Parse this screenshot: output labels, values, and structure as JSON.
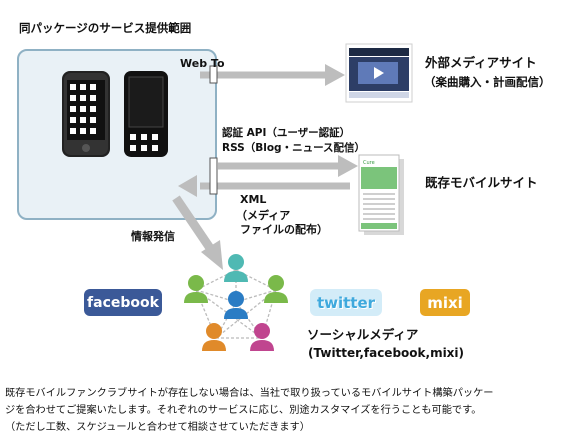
{
  "title": "同パッケージのサービス提供範囲",
  "arrows": {
    "web_to": "Web To",
    "auth_line1": "認証 API（ユーザー認証）",
    "auth_line2": "RSS（Blog・ニュース配信）",
    "xml_line1": "XML",
    "xml_line2": "（メディア",
    "xml_line3": "ファイルの配布）",
    "info": "情報発信"
  },
  "targets": {
    "external_media_title": "外部メディアサイト",
    "external_media_sub": "（楽曲購入・計画配信）",
    "mobile_site": "既存モバイルサイト"
  },
  "social": {
    "facebook": "facebook",
    "twitter": "twitter",
    "mixi": "mixi",
    "title": "ソーシャルメディア",
    "sub": "(Twitter,facebook,mixi)"
  },
  "notes": [
    "既存モバイルファンクラブサイトが存在しない場合は、当社で取り扱っているモバイルサイト構築パッケー",
    "ジを合わせてご提案いたします。それぞれのサービスに応じ、別途カスタマイズを行うことも可能です。",
    "（ただし工数、スケジュールと合わせて相談させていただきます）"
  ],
  "colors": {
    "arrow": "#bdbdbd",
    "package_bg": "#e9f1f6",
    "package_border": "#8fb1c4",
    "facebook": "#3b5998",
    "twitter_text": "#3fa9dd",
    "mixi": "#e8a623"
  }
}
